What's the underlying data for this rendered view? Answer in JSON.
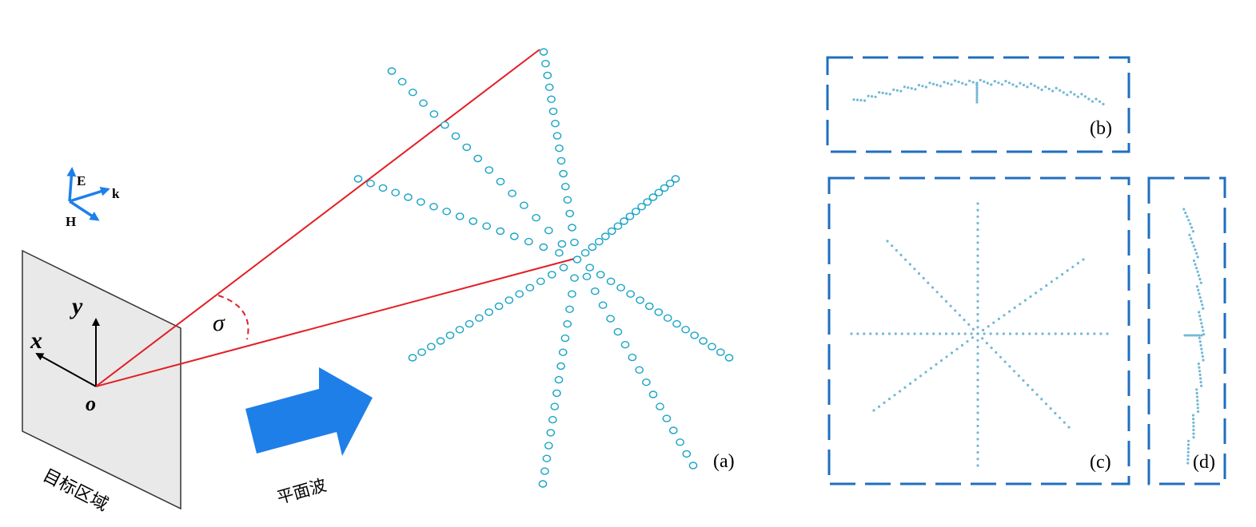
{
  "colors": {
    "ray": "#e31e24",
    "element_stroke": "#1aa4c6",
    "projection_dot": "#72b8d6",
    "frame": "#1f6fbf",
    "arrow": "#1f7fe8",
    "panel_fill": "#e9e9e9",
    "panel_stroke": "#333333"
  },
  "coord_system": {
    "axis_x": "x",
    "axis_y": "y",
    "origin": "o"
  },
  "wave_vectors": {
    "e_label": "E",
    "k_label": "k",
    "h_label": "H"
  },
  "angle_label": "σ",
  "target_label": "目标区域",
  "wave_label": "平面波",
  "panels": {
    "a": "(a)",
    "b": "(b)",
    "c": "(c)",
    "d": "(d)"
  },
  "array": {
    "arms": 8,
    "elements_per_arm": 16
  }
}
